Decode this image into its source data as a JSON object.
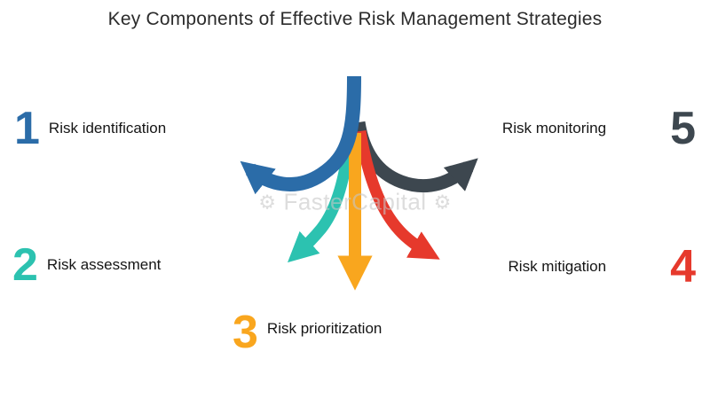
{
  "title": "Key Components of Effective Risk Management Strategies",
  "watermark": {
    "text": "FasterCapital",
    "gear_icon": "⚙"
  },
  "arrows": {
    "blue": "#2b6ca8",
    "teal": "#2cc2b0",
    "orange": "#f9a61e",
    "red": "#e6392c",
    "dark": "#3d474f"
  },
  "items": [
    {
      "number": "1",
      "label": "Risk identification",
      "color": "#2b6ca8"
    },
    {
      "number": "2",
      "label": "Risk assessment",
      "color": "#2cc2b0"
    },
    {
      "number": "3",
      "label": "Risk prioritization",
      "color": "#f9a61e"
    },
    {
      "number": "4",
      "label": "Risk mitigation",
      "color": "#e6392c"
    },
    {
      "number": "5",
      "label": "Risk monitoring",
      "color": "#3d474f"
    }
  ]
}
